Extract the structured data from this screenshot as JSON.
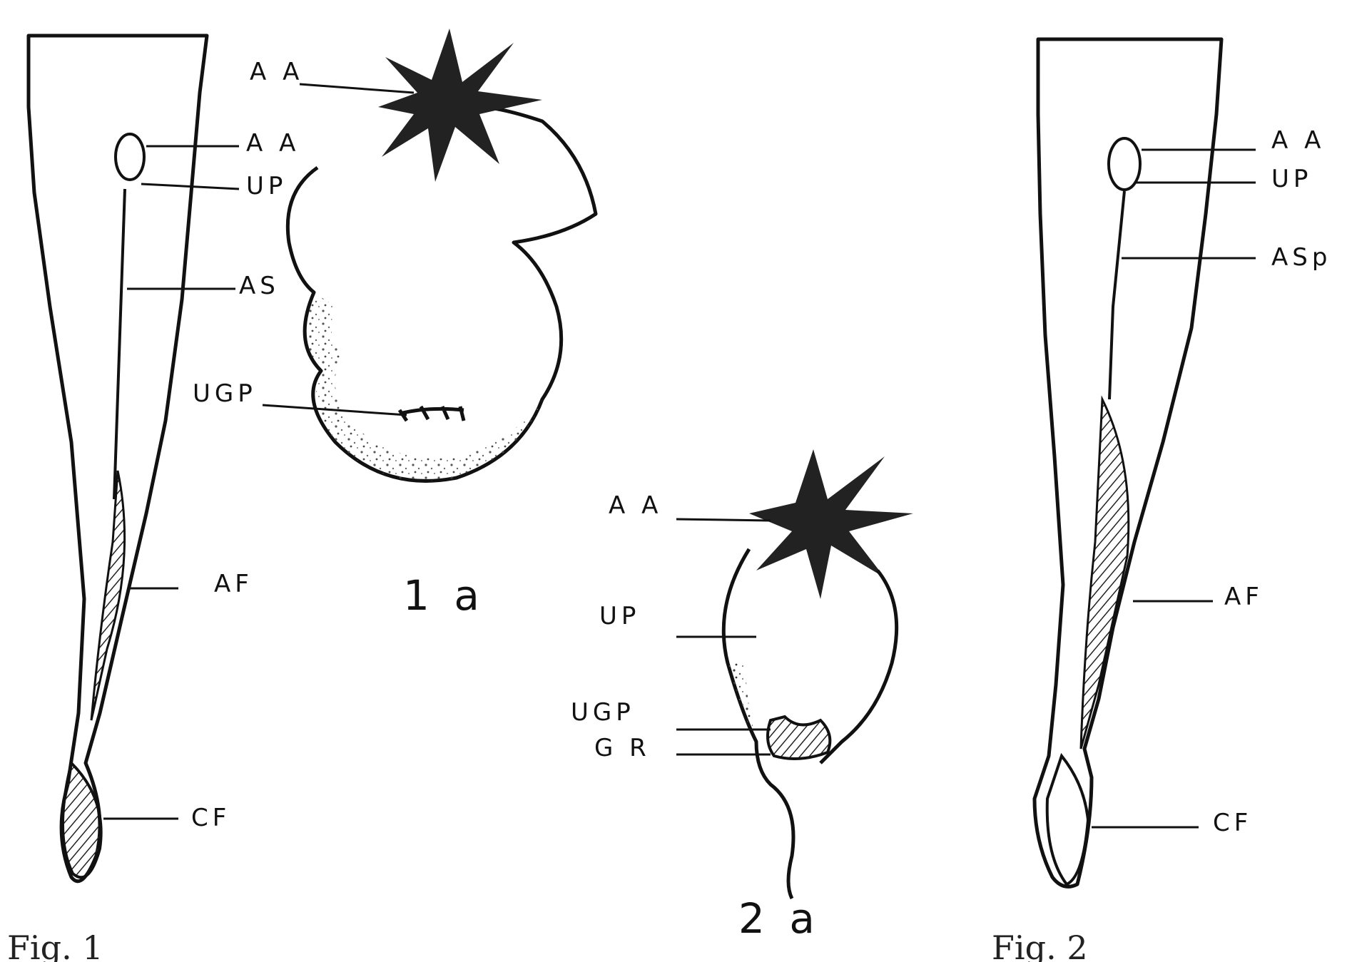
{
  "figures": {
    "fig1": {
      "caption": "Fig. 1",
      "labels": {
        "aa": "A A",
        "up": "UP",
        "as": "AS",
        "af": "AF",
        "cf": "CF"
      }
    },
    "fig1a": {
      "caption": "1 a",
      "labels": {
        "aa": "A A",
        "ugp": "UGP"
      }
    },
    "fig2a": {
      "caption": "2 a",
      "labels": {
        "aa": "A A",
        "up": "UP",
        "ugp": "UGP",
        "gr": "G R"
      }
    },
    "fig2": {
      "caption": "Fig. 2",
      "labels": {
        "aa": "A A",
        "up": "UP",
        "asp": "ASp",
        "af": "AF",
        "cf": "CF"
      }
    }
  },
  "colors": {
    "ink": "#111111",
    "paper": "#ffffff"
  }
}
